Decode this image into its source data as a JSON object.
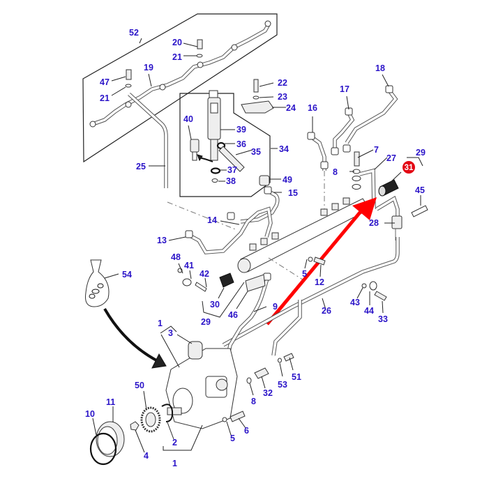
{
  "diagram": {
    "type": "exploded-parts-diagram",
    "subject": "Fuel injection system: high pressure pump, common rail, injectors and fuel lines",
    "highlight": {
      "part_number": "31",
      "badge_color": "#e30613",
      "arrow_color": "#ff0000",
      "label_color": "#2a13c8"
    },
    "callouts": [
      {
        "id": "52",
        "text": "52"
      },
      {
        "id": "20",
        "text": "20"
      },
      {
        "id": "21a",
        "text": "21"
      },
      {
        "id": "47",
        "text": "47"
      },
      {
        "id": "21b",
        "text": "21"
      },
      {
        "id": "19",
        "text": "19"
      },
      {
        "id": "22",
        "text": "22"
      },
      {
        "id": "23",
        "text": "23"
      },
      {
        "id": "24",
        "text": "24"
      },
      {
        "id": "18",
        "text": "18"
      },
      {
        "id": "17",
        "text": "17"
      },
      {
        "id": "16",
        "text": "16"
      },
      {
        "id": "40",
        "text": "40"
      },
      {
        "id": "39",
        "text": "39"
      },
      {
        "id": "36",
        "text": "36"
      },
      {
        "id": "35",
        "text": "35"
      },
      {
        "id": "34",
        "text": "34"
      },
      {
        "id": "37",
        "text": "37"
      },
      {
        "id": "38",
        "text": "38"
      },
      {
        "id": "25",
        "text": "25"
      },
      {
        "id": "49",
        "text": "49"
      },
      {
        "id": "15",
        "text": "15"
      },
      {
        "id": "7",
        "text": "7"
      },
      {
        "id": "8a",
        "text": "8"
      },
      {
        "id": "27",
        "text": "27"
      },
      {
        "id": "29a",
        "text": "29"
      },
      {
        "id": "31",
        "text": "31"
      },
      {
        "id": "45",
        "text": "45"
      },
      {
        "id": "28",
        "text": "28"
      },
      {
        "id": "14",
        "text": "14"
      },
      {
        "id": "13",
        "text": "13"
      },
      {
        "id": "48",
        "text": "48"
      },
      {
        "id": "41",
        "text": "41"
      },
      {
        "id": "42",
        "text": "42"
      },
      {
        "id": "54",
        "text": "54"
      },
      {
        "id": "5a",
        "text": "5"
      },
      {
        "id": "12",
        "text": "12"
      },
      {
        "id": "30",
        "text": "30"
      },
      {
        "id": "29b",
        "text": "29"
      },
      {
        "id": "46",
        "text": "46"
      },
      {
        "id": "9",
        "text": "9"
      },
      {
        "id": "26",
        "text": "26"
      },
      {
        "id": "43",
        "text": "43"
      },
      {
        "id": "44",
        "text": "44"
      },
      {
        "id": "33",
        "text": "33"
      },
      {
        "id": "1a",
        "text": "1"
      },
      {
        "id": "3",
        "text": "3"
      },
      {
        "id": "51",
        "text": "51"
      },
      {
        "id": "53",
        "text": "53"
      },
      {
        "id": "32",
        "text": "32"
      },
      {
        "id": "8b",
        "text": "8"
      },
      {
        "id": "50",
        "text": "50"
      },
      {
        "id": "11",
        "text": "11"
      },
      {
        "id": "10",
        "text": "10"
      },
      {
        "id": "4",
        "text": "4"
      },
      {
        "id": "2",
        "text": "2"
      },
      {
        "id": "1b",
        "text": "1"
      },
      {
        "id": "5b",
        "text": "5"
      },
      {
        "id": "6",
        "text": "6"
      }
    ]
  }
}
